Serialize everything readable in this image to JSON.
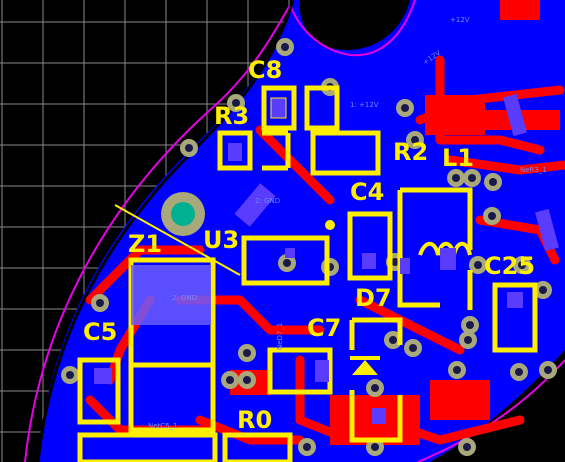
{
  "view": {
    "title": "PCB layout view (top copper, silkscreen)",
    "colors": {
      "background": "#000000",
      "grid": "#8a8a8a",
      "board_outline": "#e600e6",
      "copper_pour": "#0000ff",
      "top_trace": "#ff0000",
      "silkscreen": "#ffee00",
      "via": "#a8a87a",
      "pad": "#5a3cff"
    }
  },
  "designators": {
    "c8": "C8",
    "r3": "R3",
    "r2": "R2",
    "l1": "L1",
    "c4": "C4",
    "u3": "U3",
    "z1": "Z1",
    "c25": "C25",
    "d7": "D7",
    "c5": "C5",
    "c7": "C7",
    "r0": "R0"
  },
  "net_labels": {
    "v12_a": "+12V",
    "v12_b": "+12V",
    "v12_c": "1: +12V",
    "gnd_a": "2: GND",
    "gnd_b": "2: GND",
    "ne_a": "NetC5_1",
    "ne_b": "NeD7_1",
    "ne_c": "NeR3_1"
  }
}
